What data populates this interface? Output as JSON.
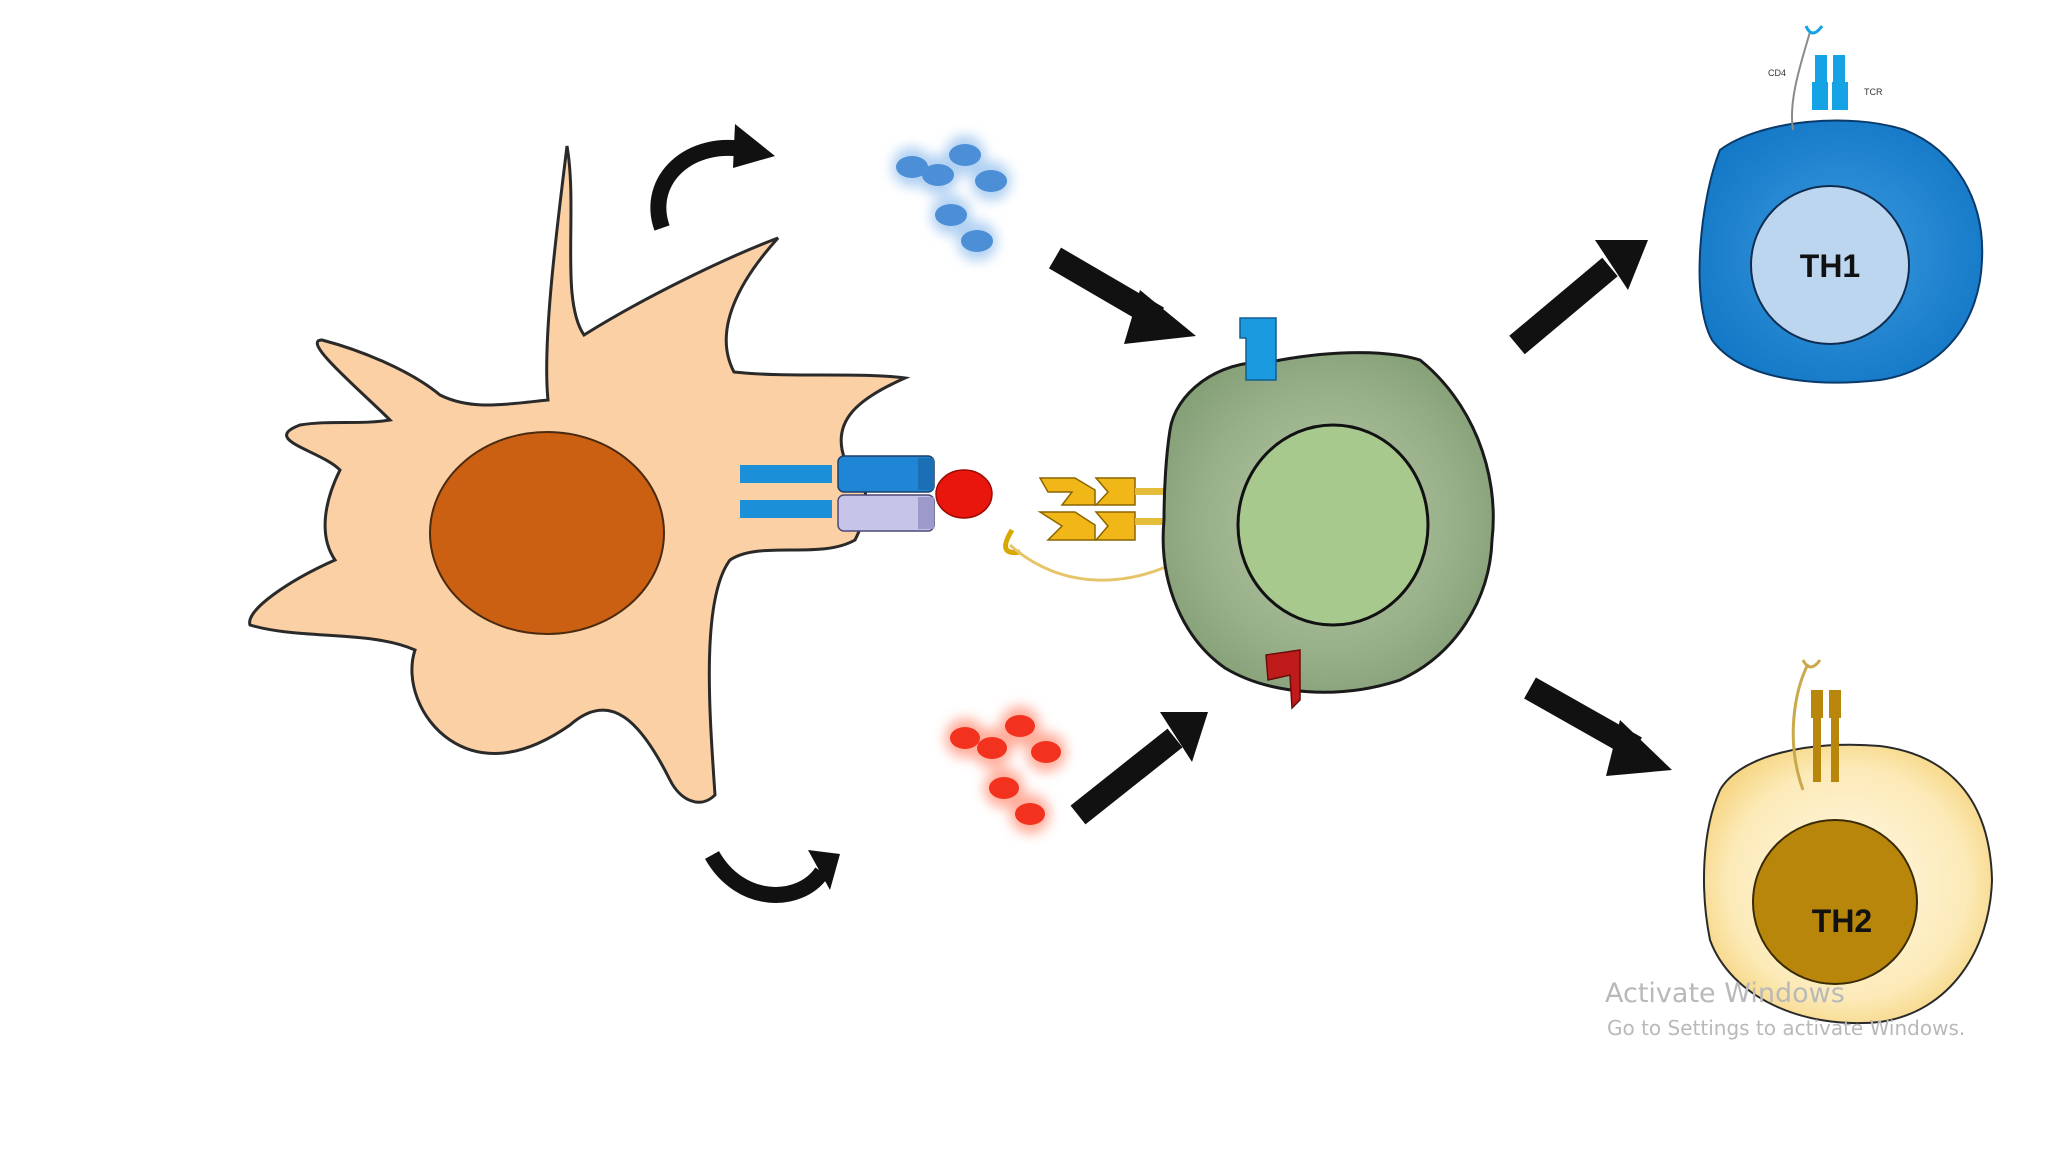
{
  "labels": {
    "th1": "TH1",
    "th2": "TH2",
    "cd4": "CD4",
    "tcr": "TCR"
  },
  "watermark": {
    "title": "Activate Windows",
    "subtitle": "Go to Settings to activate Windows."
  },
  "colors": {
    "dendritic_cell": "#FCD0A5",
    "dendritic_nucleus": "#CC6012",
    "naive_t_cell": "#93AD85",
    "naive_nucleus": "#A7C98E",
    "th1_cell": "#1B82D2",
    "th1_nucleus": "#BCD6F0",
    "th2_cell": "#FBE7B3",
    "th2_nucleus": "#B8860B",
    "antigen": "#E8160C",
    "cytokine_blue": "#4C8FD6",
    "cytokine_red": "#F2321E",
    "costim_gold": "#F1B718",
    "arrow": "#111111"
  }
}
